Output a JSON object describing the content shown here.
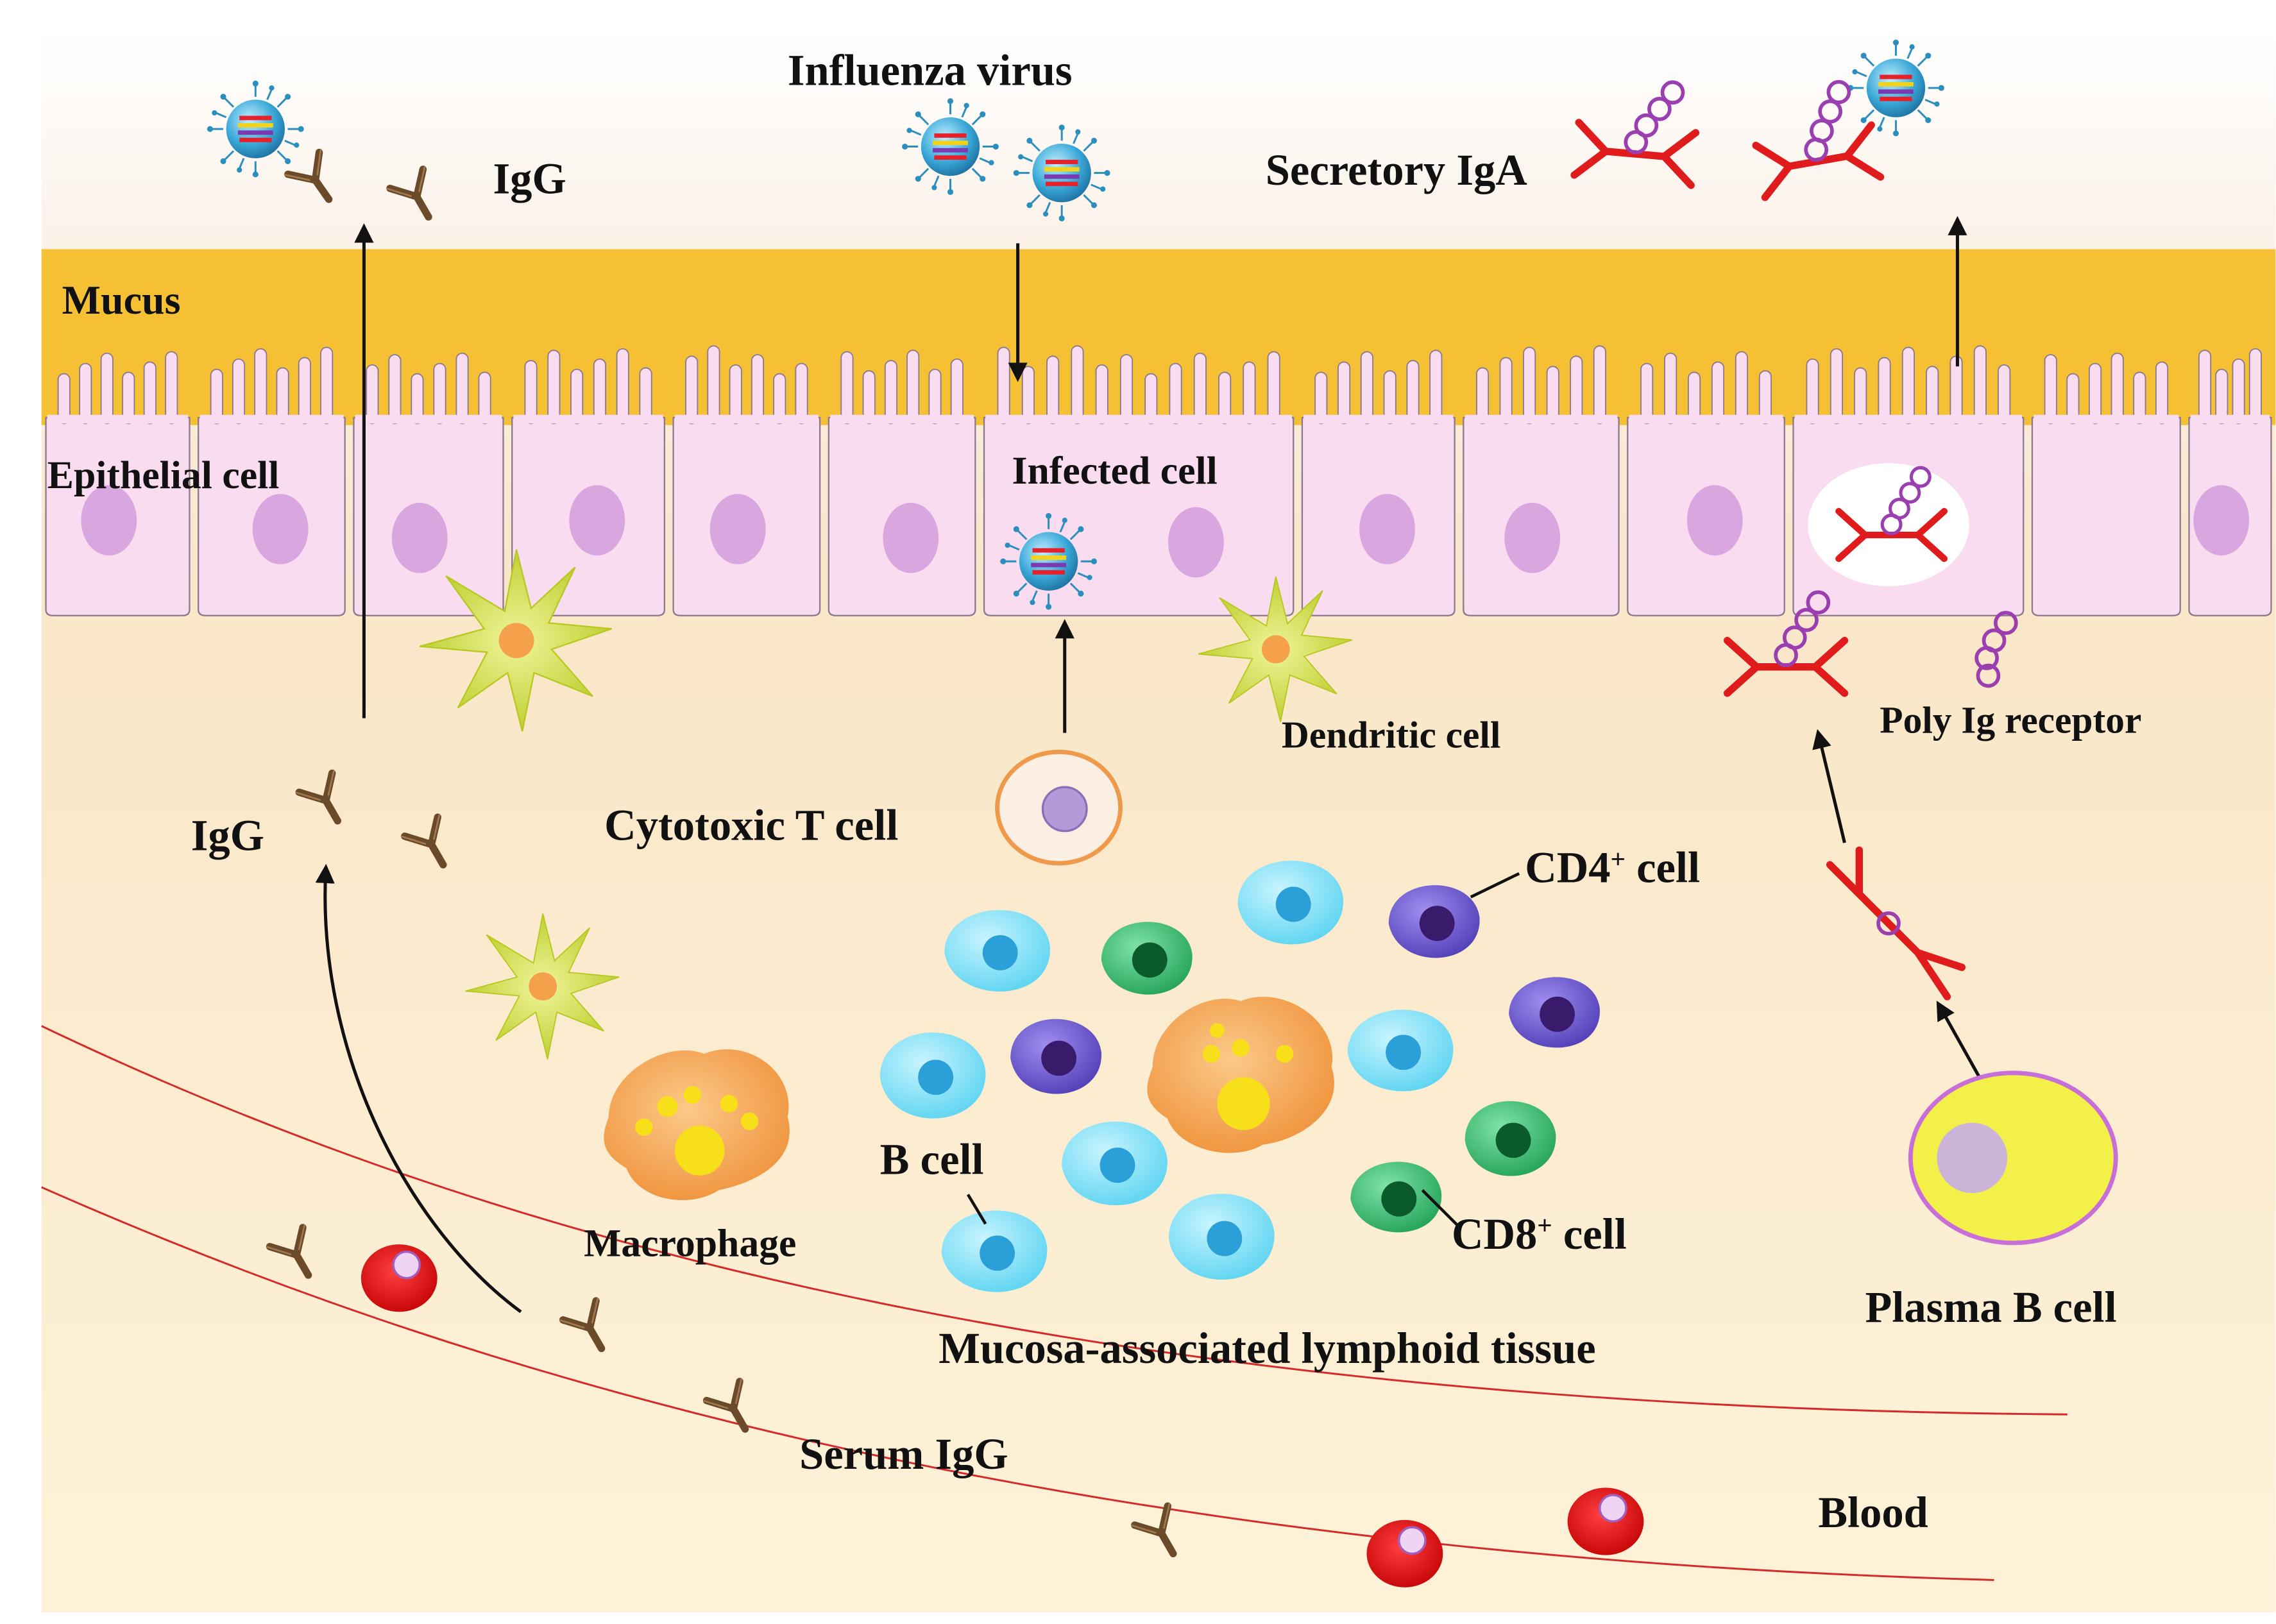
{
  "labels": {
    "influenza_virus": "Influenza virus",
    "igg_top": "IgG",
    "secretory_iga": "Secretory IgA",
    "mucus": "Mucus",
    "epithelial_cell": "Epithelial cell",
    "infected_cell": "Infected cell",
    "dendritic_cell": "Dendritic cell",
    "poly_ig_receptor": "Poly Ig receptor",
    "igg_middle": "IgG",
    "cytotoxic_t_cell": "Cytotoxic T cell",
    "cd4_cell_prefix": "CD4",
    "cd4_sup": "+",
    "cd4_suffix": " cell",
    "b_cell": "B cell",
    "macrophage": "Macrophage",
    "cd8_cell_prefix": "CD8",
    "cd8_sup": "+",
    "cd8_suffix": " cell",
    "plasma_b_cell": "Plasma B cell",
    "malt": "Mucosa-associated lymphoid tissue",
    "serum_igg": "Serum IgG",
    "blood": "Blood"
  },
  "colors": {
    "mucus": "#f5c033",
    "epithelium": "#f9dcef",
    "nucleus_pink": "#d9a6e0",
    "igg": "#6b4a2a",
    "iga": "#e01b1b",
    "poly_ig": "#9b3fb0",
    "dendritic": "#c9d92b",
    "b_cell": "#7fe3f5",
    "cd4": "#6a55c8",
    "cd8": "#2fb86a",
    "macrophage": "#f5a04a",
    "plasma": "#f4f04a",
    "rbc": "#e00f0f",
    "vessel": "#d42a2a"
  }
}
